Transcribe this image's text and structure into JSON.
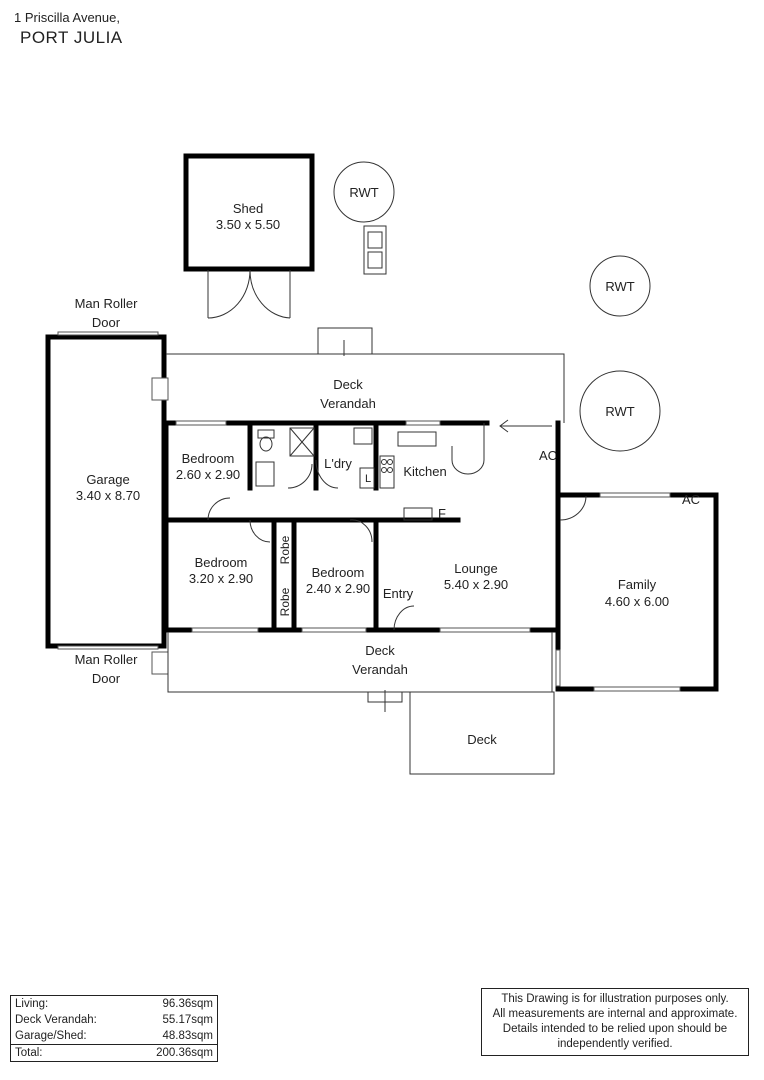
{
  "address": {
    "line1": "1 Priscilla Avenue,",
    "line2": "PORT JULIA"
  },
  "rooms": {
    "shed": {
      "name": "Shed",
      "dims": "3.50 x 5.50"
    },
    "rwt1": "RWT",
    "rwt2": "RWT",
    "rwt3": "RWT",
    "man_roller_top": [
      "Man Roller",
      "Door"
    ],
    "man_roller_bottom": [
      "Man Roller",
      "Door"
    ],
    "deck_verandah_top": [
      "Deck",
      "Verandah"
    ],
    "deck_verandah_bottom": [
      "Deck",
      "Verandah"
    ],
    "garage": {
      "name": "Garage",
      "dims": "3.40 x 8.70"
    },
    "bedroom1": {
      "name": "Bedroom",
      "dims": "2.60 x 2.90"
    },
    "bedroom2": {
      "name": "Bedroom",
      "dims": "3.20 x 2.90"
    },
    "bedroom3": {
      "name": "Bedroom",
      "dims": "2.40 x 2.90"
    },
    "laundry": "L'dry",
    "kitchen": "Kitchen",
    "lounge": {
      "name": "Lounge",
      "dims": "5.40 x 2.90"
    },
    "family": {
      "name": "Family",
      "dims": "4.60 x 6.00"
    },
    "entry": "Entry",
    "robe1": "Robe",
    "robe2": "Robe",
    "deck": "Deck",
    "ac1": "AC",
    "ac2": "AC",
    "fireplace": "F",
    "linen": "L"
  },
  "areas": [
    {
      "label": "Living:",
      "value": "96.36sqm"
    },
    {
      "label": "Deck Verandah:",
      "value": "55.17sqm"
    },
    {
      "label": "Garage/Shed:",
      "value": "48.83sqm"
    }
  ],
  "total": {
    "label": "Total:",
    "value": "200.36sqm"
  },
  "disclaimer": [
    "This Drawing is for illustration purposes only.",
    "All measurements are internal and approximate.",
    "Details intended to be relied upon should be",
    "independently verified."
  ]
}
